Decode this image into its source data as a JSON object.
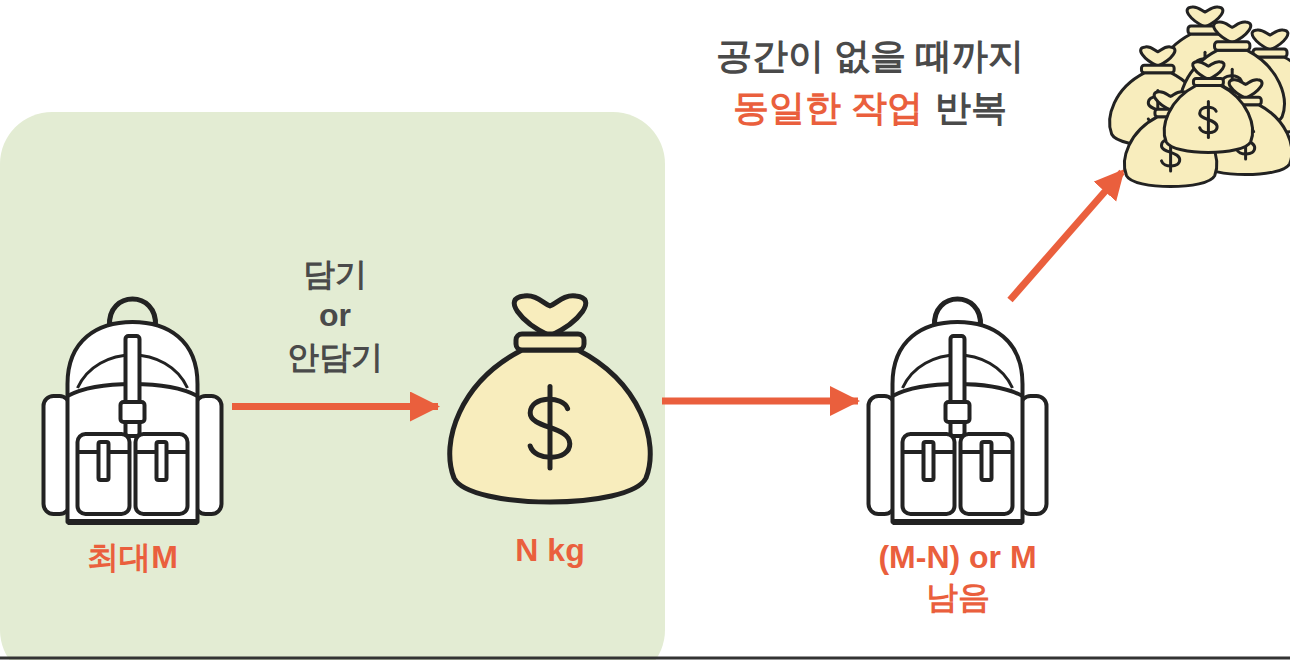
{
  "diagram": {
    "nodes": [
      {
        "text": [
          "최대M"
        ]
      },
      {
        "text": [
          "N kg"
        ]
      },
      {
        "text": [
          "(M-N) or M 남음"
        ]
      }
    ],
    "edges": [
      {
        "from": 0,
        "to": 1,
        "arrow": "to",
        "label": "담기 or 안담기"
      },
      {
        "from": 1,
        "to": 2,
        "arrow": "to"
      }
    ],
    "labels": [
      "공간이 없을 때까지",
      "동일한 작업",
      "반복"
    ]
  }
}
